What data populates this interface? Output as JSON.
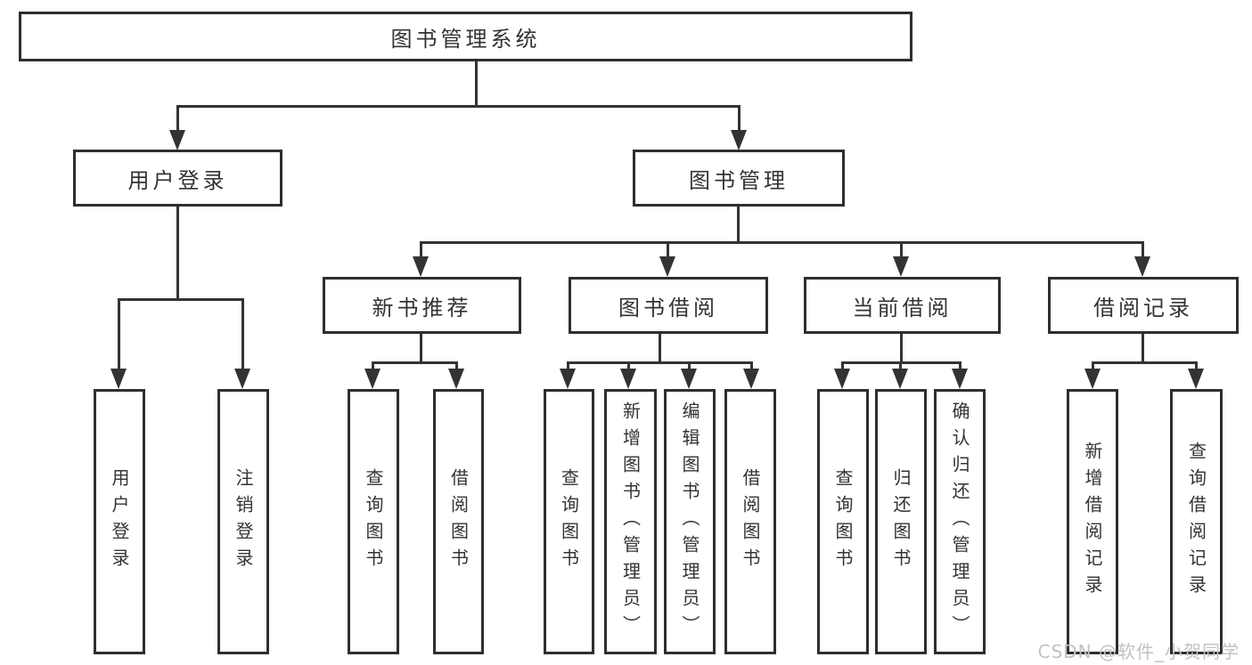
{
  "diagram_type": "hierarchy-tree",
  "root": {
    "label": "图书管理系统",
    "children": [
      {
        "label": "用户登录",
        "children": [
          {
            "label": "用户登录"
          },
          {
            "label": "注销登录"
          }
        ]
      },
      {
        "label": "图书管理",
        "children": [
          {
            "label": "新书推荐",
            "children": [
              {
                "label": "查询图书"
              },
              {
                "label": "借阅图书"
              }
            ]
          },
          {
            "label": "图书借阅",
            "children": [
              {
                "label": "查询图书"
              },
              {
                "label": "新增图书（管理员）"
              },
              {
                "label": "编辑图书（管理员）"
              },
              {
                "label": "借阅图书"
              }
            ]
          },
          {
            "label": "当前借阅",
            "children": [
              {
                "label": "查询图书"
              },
              {
                "label": "归还图书"
              },
              {
                "label": "确认归还（管理员）"
              }
            ]
          },
          {
            "label": "借阅记录",
            "children": [
              {
                "label": "新增借阅记录"
              },
              {
                "label": "查询借阅记录"
              }
            ]
          }
        ]
      }
    ]
  },
  "watermark": {
    "text": "CSDN @软件_小贺同学"
  },
  "colors": {
    "line": "#333333",
    "border": "#2e2e2e",
    "text": "#333333",
    "background": "#ffffff",
    "watermark": "#c2c2c6"
  }
}
